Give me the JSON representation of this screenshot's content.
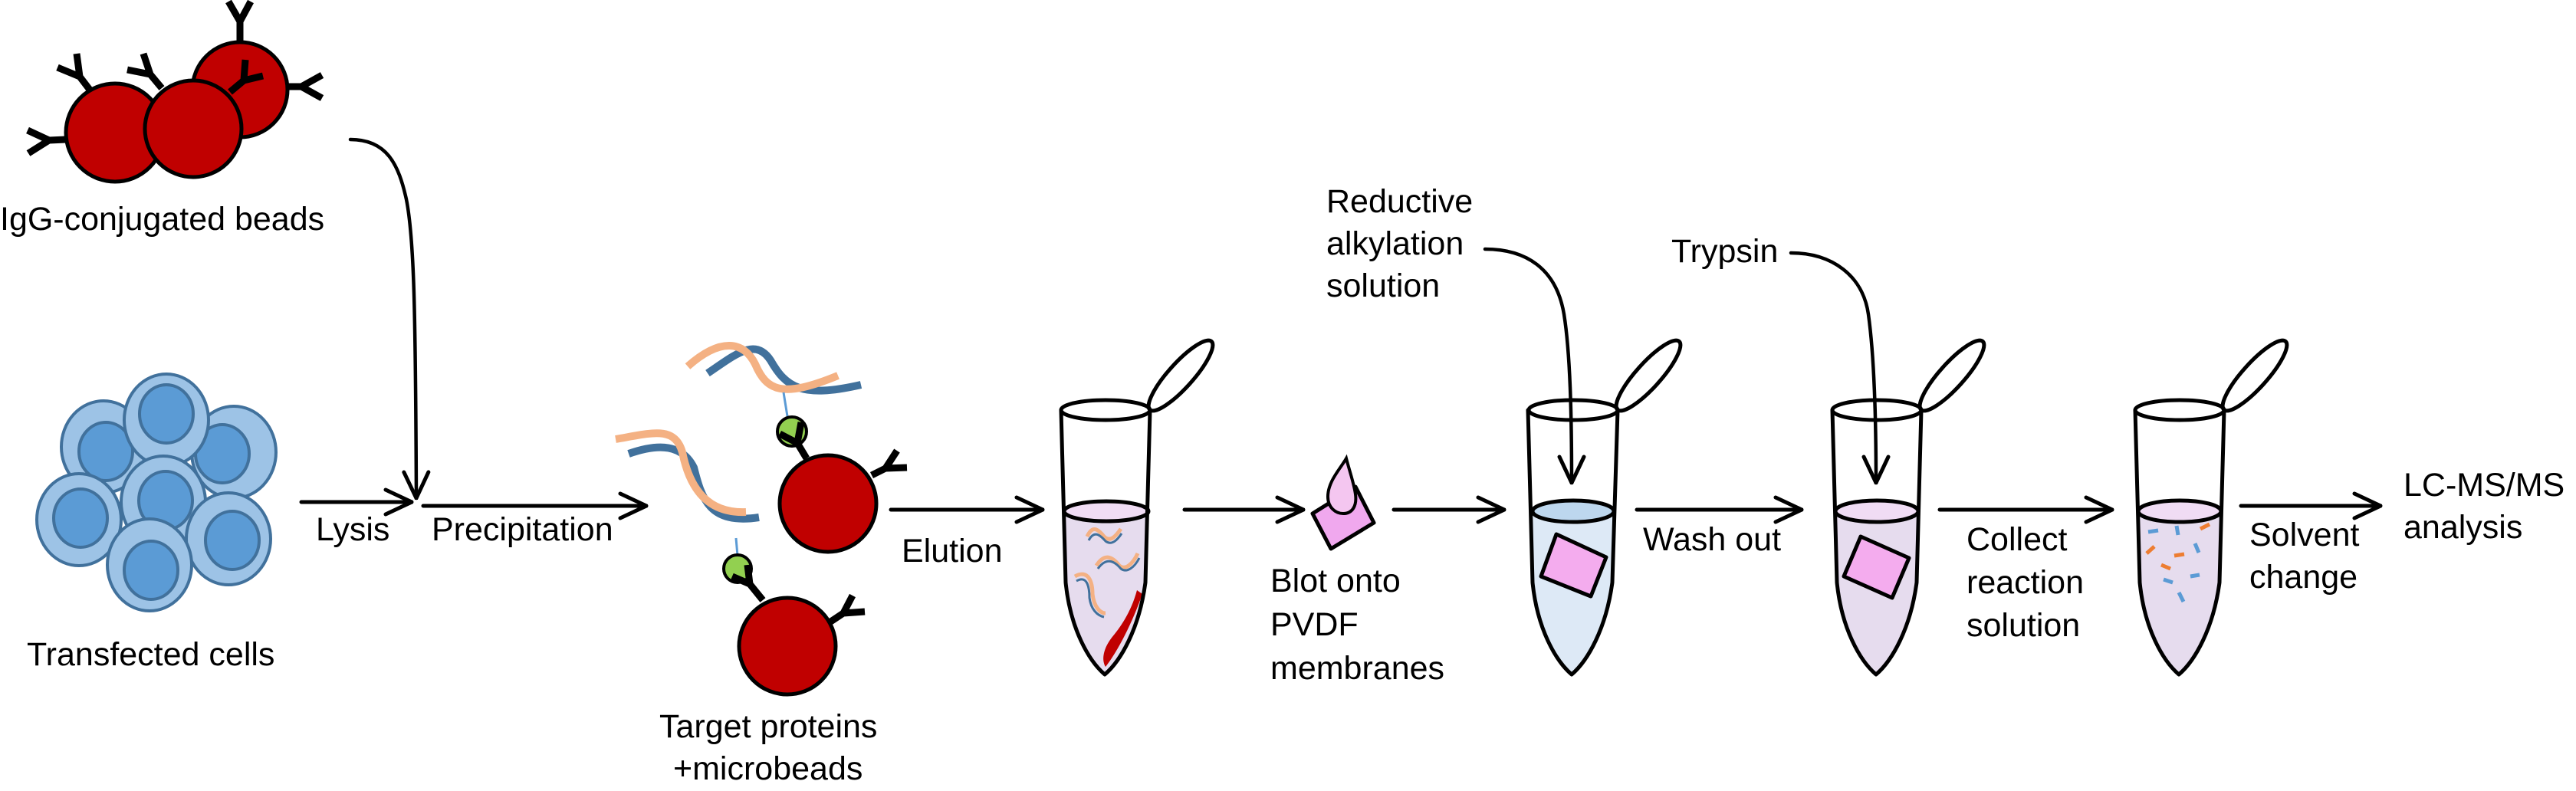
{
  "title": "Immunoprecipitation and on-membrane digestion workflow for LC-MS/MS",
  "colors": {
    "bead_red": "#c00000",
    "cell_outer": "#9dc3e6",
    "cell_inner": "#5b9bd5",
    "cell_stroke": "#41719c",
    "protein_orange": "#f4b183",
    "protein_blue": "#41719c",
    "tag_green": "#92d050",
    "linker_blue": "#5b9bd5",
    "membrane_pink": "#f0a8ee",
    "drop_pink": "#f4c6f0",
    "liquid_lavender": "#e6dcee",
    "liquid_top_lavender": "#f0dcf4",
    "liquid_blue": "#dde9f6",
    "liquid_top_blue": "#bdd7ee",
    "peptide_orange": "#ed7d31",
    "peptide_blue": "#5b9bd5"
  },
  "labels": {
    "igg_beads": "IgG-conjugated beads",
    "transfected_cells": "Transfected cells",
    "lysis": "Lysis",
    "precipitation": "Precipitation",
    "target_proteins_line1": "Target proteins",
    "target_proteins_line2": "+microbeads",
    "elution": "Elution",
    "blot_line1": "Blot onto",
    "blot_line2": "PVDF",
    "blot_line3": "membranes",
    "reductive_line1": "Reductive",
    "reductive_line2": "alkylation",
    "reductive_line3": "solution",
    "trypsin": "Trypsin",
    "wash_out": "Wash out",
    "collect_line1": "Collect",
    "collect_line2": "reaction",
    "collect_line3": "solution",
    "solvent_line1": "Solvent",
    "solvent_line2": "change",
    "lcms_line1": "LC-MS/MS",
    "lcms_line2": "analysis"
  },
  "steps": [
    {
      "id": "precipitation-input",
      "label": "Transfected cells"
    },
    {
      "id": "lysis",
      "label": "Lysis"
    },
    {
      "id": "precipitation",
      "label": "Precipitation"
    },
    {
      "id": "elution",
      "label": "Elution"
    },
    {
      "id": "blot",
      "label": "Blot onto PVDF membranes"
    },
    {
      "id": "reductive-alkylation",
      "label": "Reductive alkylation solution"
    },
    {
      "id": "wash-out",
      "label": "Wash out"
    },
    {
      "id": "trypsin",
      "label": "Trypsin"
    },
    {
      "id": "collect",
      "label": "Collect reaction solution"
    },
    {
      "id": "solvent-change",
      "label": "Solvent change"
    },
    {
      "id": "lcms",
      "label": "LC-MS/MS analysis"
    }
  ]
}
